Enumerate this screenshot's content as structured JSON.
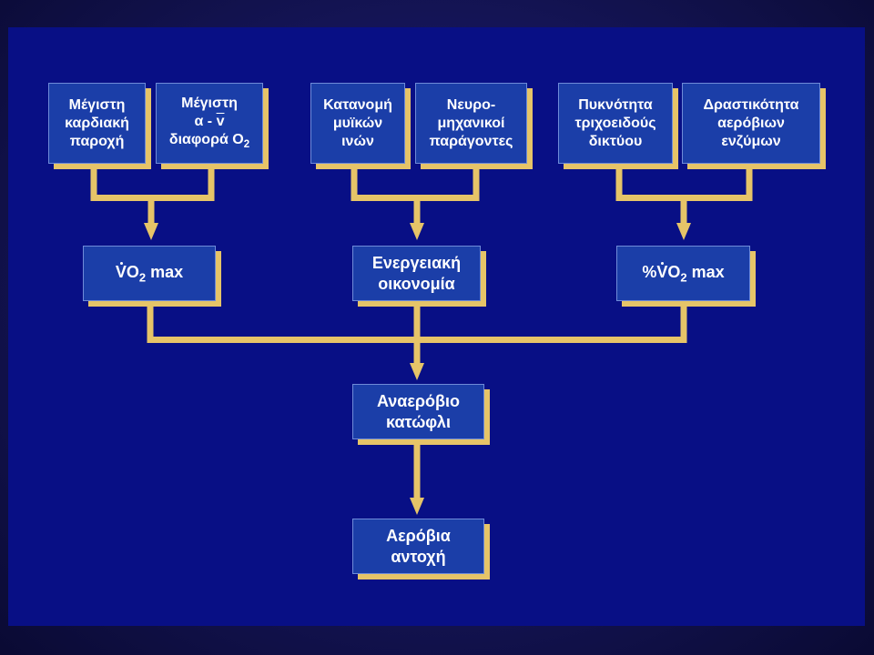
{
  "colors": {
    "background": "#080f85",
    "box_fill": "#1b3ea8",
    "box_shadow": "#e6c468",
    "connector": "#e6c468",
    "text": "#ffffff"
  },
  "top_boxes": [
    {
      "line1": "Μέγιστη",
      "line2": "καρδιακή",
      "line3": "παροχή"
    },
    {
      "line1": "Μέγιστη",
      "line2_prefix": "α - ",
      "line2_bar": "v",
      "line3_main": "διαφορά O",
      "line3_sub": "2"
    },
    {
      "line1": "Κατανομή",
      "line2": "μυϊκών",
      "line3": "ινών"
    },
    {
      "line1": "Νευρο-",
      "line2": "μηχανικοί",
      "line3": "παράγοντες"
    },
    {
      "line1": "Πυκνότητα",
      "line2": "τριχοειδούς",
      "line3": "δικτύου"
    },
    {
      "line1": "Δραστικότητα",
      "line2": "αερόβιων",
      "line3": "ενζύμων"
    }
  ],
  "middle_boxes": {
    "vo2max": {
      "v": "V",
      "o": "O",
      "sub": "2",
      "rest": " max"
    },
    "economy": {
      "line1": "Ενεργειακή",
      "line2": "οικονομία"
    },
    "pct_vo2max": {
      "pct": "%",
      "v": "V",
      "o": "O",
      "sub": "2",
      "rest": " max"
    }
  },
  "threshold": {
    "line1": "Αναερόβιο",
    "line2": "κατώφλι"
  },
  "endurance": {
    "line1": "Αερόβια",
    "line2": "αντοχή"
  }
}
